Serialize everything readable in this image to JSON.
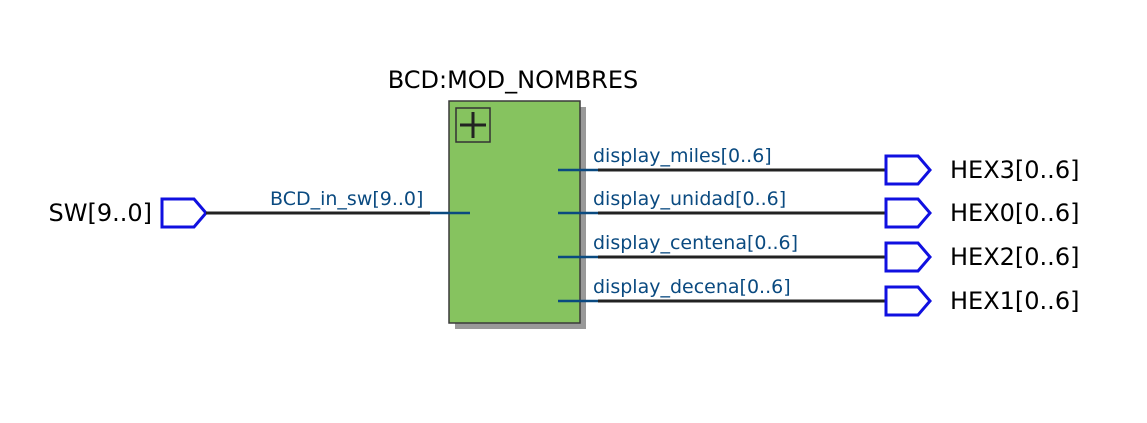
{
  "block": {
    "title": "BCD:MOD_NOMBRES",
    "fill_color": "#86c35f",
    "border_color": "#3a3a3a",
    "shadow_color": "#999999",
    "expand_glyph": "plus-icon"
  },
  "input": {
    "pin_label": "SW[9..0]",
    "port_label": "BCD_in_sw[9..0]",
    "pin_icon": "input-pin-icon"
  },
  "outputs": [
    {
      "port_label": "display_miles[0..6]",
      "pin_label": "HEX3[0..6]"
    },
    {
      "port_label": "display_unidad[0..6]",
      "pin_label": "HEX0[0..6]"
    },
    {
      "port_label": "display_centena[0..6]",
      "pin_label": "HEX2[0..6]"
    },
    {
      "port_label": "display_decena[0..6]",
      "pin_label": "HEX1[0..6]"
    }
  ],
  "colors": {
    "pin": "#1010e0",
    "wire": "#222222",
    "port_stub": "#0a4a80",
    "port_text": "#0a4a80"
  }
}
